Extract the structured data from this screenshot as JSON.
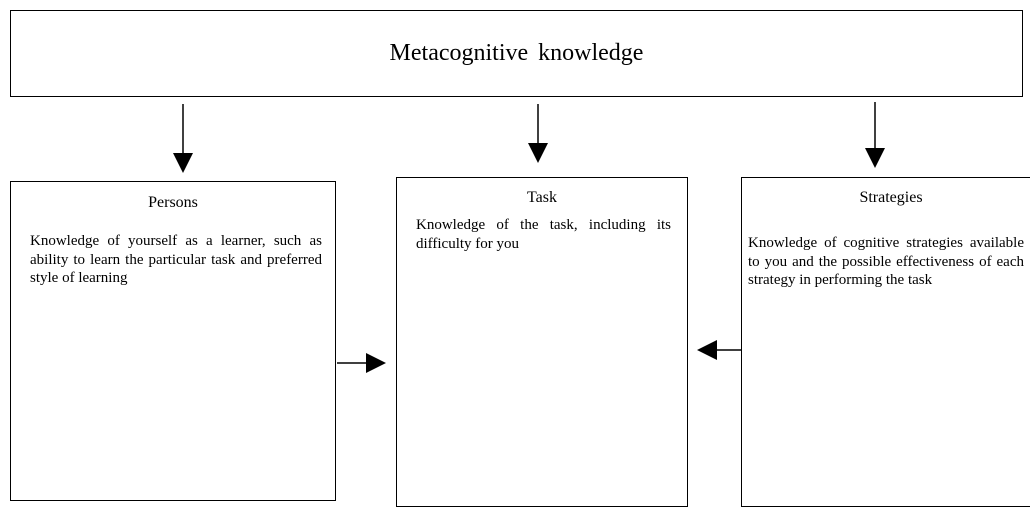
{
  "title": "Metacognitive  knowledge",
  "boxes": {
    "persons": {
      "title": "Persons",
      "text": "Knowledge of yourself as a learner, such as ability to learn the particular task and preferred style of learning"
    },
    "task": {
      "title": "Task",
      "text": "Knowledge of the task, including its difficulty for you"
    },
    "strategies": {
      "title": "Strategies",
      "text": "Knowledge of cognitive strategies available to you and the possible effectiveness of each strategy in performing the task"
    }
  },
  "colors": {
    "line": "#000000",
    "background": "#ffffff"
  }
}
